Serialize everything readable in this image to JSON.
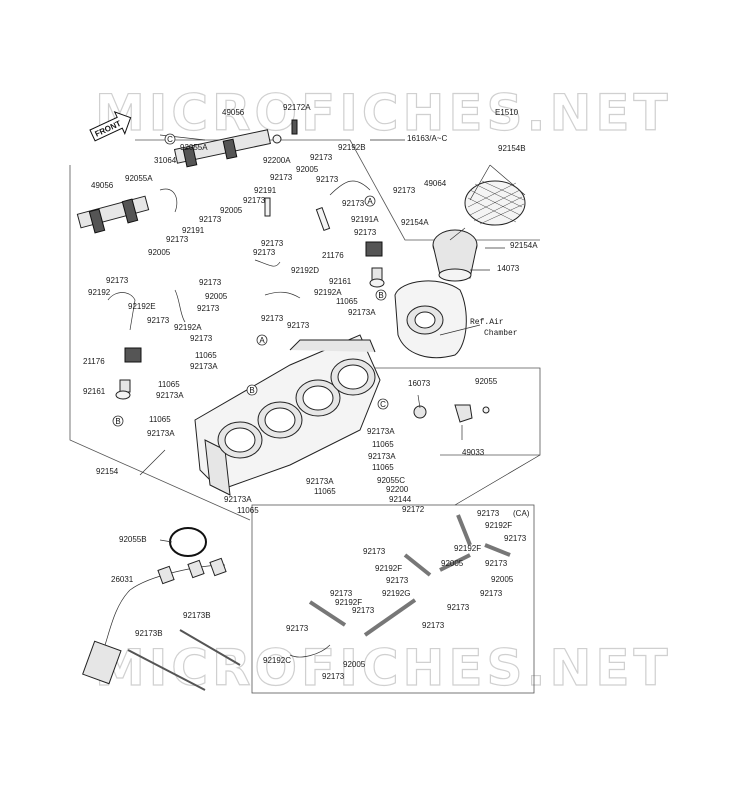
{
  "watermark": "MICROFICHES.NET",
  "diagram_code": "E1510",
  "front_label": "FRONT",
  "ref_note": [
    "Ref.Air",
    "Chamber"
  ],
  "ca_note": "(CA)",
  "ref_circles": [
    "A",
    "B",
    "C"
  ],
  "labels": [
    {
      "id": "l1",
      "text": "92172A"
    },
    {
      "id": "l2",
      "text": "49056"
    },
    {
      "id": "l3",
      "text": "16163/A~C"
    },
    {
      "id": "l4",
      "text": "92055A"
    },
    {
      "id": "l5",
      "text": "92200A"
    },
    {
      "id": "l6",
      "text": "92192B"
    },
    {
      "id": "l7",
      "text": "92173"
    },
    {
      "id": "l8",
      "text": "31064"
    },
    {
      "id": "l9",
      "text": "92173"
    },
    {
      "id": "l10",
      "text": "92005"
    },
    {
      "id": "l11",
      "text": "92055A"
    },
    {
      "id": "l12",
      "text": "92173"
    },
    {
      "id": "l13",
      "text": "92173"
    },
    {
      "id": "l14",
      "text": "49056"
    },
    {
      "id": "l15",
      "text": "92191"
    },
    {
      "id": "l16",
      "text": "92173"
    },
    {
      "id": "l17",
      "text": "92005"
    },
    {
      "id": "l18",
      "text": "92173"
    },
    {
      "id": "l19",
      "text": "92191A"
    },
    {
      "id": "l20",
      "text": "92191"
    },
    {
      "id": "l21",
      "text": "92173"
    },
    {
      "id": "l22",
      "text": "92173"
    },
    {
      "id": "l23",
      "text": "92173"
    },
    {
      "id": "l24",
      "text": "92005"
    },
    {
      "id": "l25",
      "text": "92173"
    },
    {
      "id": "l26",
      "text": "21176"
    },
    {
      "id": "l27",
      "text": "92192D"
    },
    {
      "id": "l28",
      "text": "92173"
    },
    {
      "id": "l29",
      "text": "92161"
    },
    {
      "id": "l30",
      "text": "92173"
    },
    {
      "id": "l31",
      "text": "92173"
    },
    {
      "id": "l32",
      "text": "92192A"
    },
    {
      "id": "l33",
      "text": "92192"
    },
    {
      "id": "l34",
      "text": "92005"
    },
    {
      "id": "l35",
      "text": "11065"
    },
    {
      "id": "l36",
      "text": "92192E"
    },
    {
      "id": "l37",
      "text": "92173"
    },
    {
      "id": "l38",
      "text": "92173A"
    },
    {
      "id": "l39",
      "text": "92173"
    },
    {
      "id": "l40",
      "text": "92173"
    },
    {
      "id": "l41",
      "text": "92173"
    },
    {
      "id": "l42",
      "text": "92192A"
    },
    {
      "id": "l43",
      "text": "92173"
    },
    {
      "id": "l44",
      "text": "11065"
    },
    {
      "id": "l45",
      "text": "92173A"
    },
    {
      "id": "l46",
      "text": "21176"
    },
    {
      "id": "l47",
      "text": "11065"
    },
    {
      "id": "l48",
      "text": "92173A"
    },
    {
      "id": "l49",
      "text": "92161"
    },
    {
      "id": "l50",
      "text": "11065"
    },
    {
      "id": "l51",
      "text": "92173A"
    },
    {
      "id": "l52",
      "text": "92154B"
    },
    {
      "id": "l53",
      "text": "49064"
    },
    {
      "id": "l54",
      "text": "92154A"
    },
    {
      "id": "l55",
      "text": "92154A"
    },
    {
      "id": "l56",
      "text": "14073"
    },
    {
      "id": "l57",
      "text": "16073"
    },
    {
      "id": "l58",
      "text": "92055"
    },
    {
      "id": "l59",
      "text": "49033"
    },
    {
      "id": "l60",
      "text": "92173A"
    },
    {
      "id": "l61",
      "text": "11065"
    },
    {
      "id": "l62",
      "text": "92173A"
    },
    {
      "id": "l63",
      "text": "11065"
    },
    {
      "id": "l64",
      "text": "92055C"
    },
    {
      "id": "l65",
      "text": "92200"
    },
    {
      "id": "l66",
      "text": "92144"
    },
    {
      "id": "l67",
      "text": "92172"
    },
    {
      "id": "l68",
      "text": "92154"
    },
    {
      "id": "l69",
      "text": "92173A"
    },
    {
      "id": "l70",
      "text": "11065"
    },
    {
      "id": "l71",
      "text": "92173A"
    },
    {
      "id": "l72",
      "text": "11065"
    },
    {
      "id": "l73",
      "text": "92055B"
    },
    {
      "id": "l74",
      "text": "26031"
    },
    {
      "id": "l75",
      "text": "92173B"
    },
    {
      "id": "l76",
      "text": "92173B"
    },
    {
      "id": "l77",
      "text": "92173"
    },
    {
      "id": "l78",
      "text": "92192F"
    },
    {
      "id": "l79",
      "text": "92173"
    },
    {
      "id": "l80",
      "text": "92173"
    },
    {
      "id": "l81",
      "text": "92192F"
    },
    {
      "id": "l82",
      "text": "92192F"
    },
    {
      "id": "l83",
      "text": "92005"
    },
    {
      "id": "l84",
      "text": "92173"
    },
    {
      "id": "l85",
      "text": "92005"
    },
    {
      "id": "l86",
      "text": "92173"
    },
    {
      "id": "l87",
      "text": "92173"
    },
    {
      "id": "l88",
      "text": "92173"
    },
    {
      "id": "l89",
      "text": "92192F"
    },
    {
      "id": "l90",
      "text": "92192G"
    },
    {
      "id": "l91",
      "text": "92173"
    },
    {
      "id": "l92",
      "text": "92173"
    },
    {
      "id": "l93",
      "text": "92173"
    },
    {
      "id": "l94",
      "text": "92173"
    },
    {
      "id": "l95",
      "text": "92192C"
    },
    {
      "id": "l96",
      "text": "92005"
    },
    {
      "id": "l97",
      "text": "92173"
    }
  ]
}
